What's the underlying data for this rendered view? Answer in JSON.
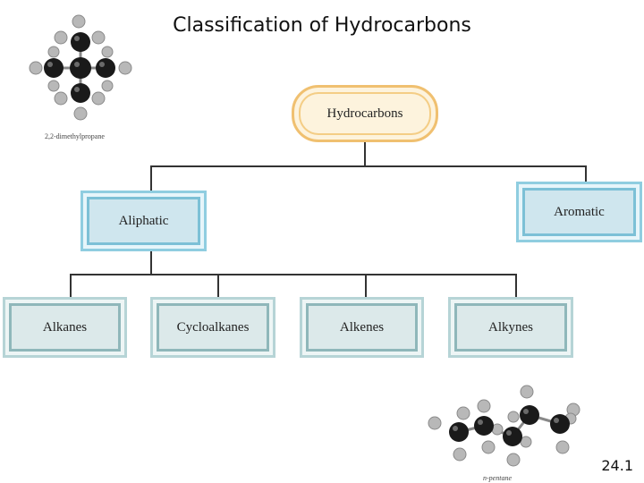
{
  "title": "Classification of Hydrocarbons",
  "molecules": {
    "top_left_label": "2,2-dimethylpropane",
    "bottom_right_label": "n-pentane"
  },
  "tree": {
    "root": "Hydrocarbons",
    "level1": {
      "left": "Aliphatic",
      "right": "Aromatic"
    },
    "level2": [
      "Alkanes",
      "Cycloalkanes",
      "Alkenes",
      "Alkynes"
    ]
  },
  "colors": {
    "root_fill": "#fdf3dd",
    "root_border": "#f0c070",
    "blue_fill": "#cfe6ee",
    "blue_border": "#8fcde0",
    "gray_fill": "#dce9ea",
    "gray_border": "#b6d4d6",
    "carbon": "#1a1a1a",
    "hydrogen": "#b8b8b8"
  },
  "slide_number": "24.1"
}
